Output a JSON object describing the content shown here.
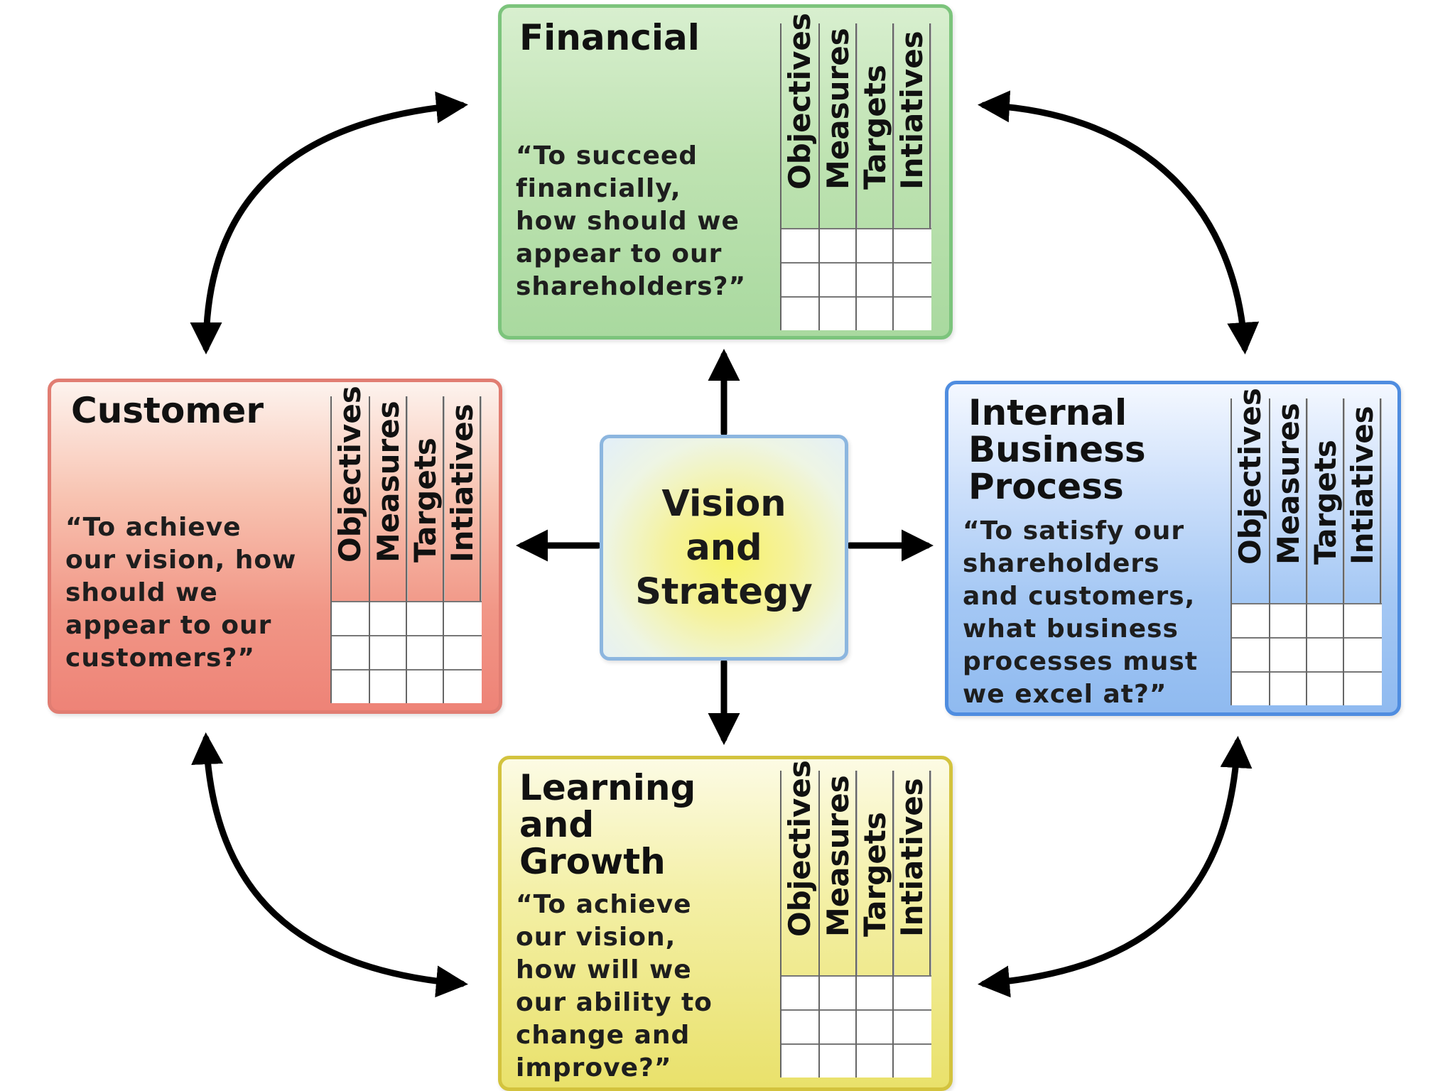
{
  "center": {
    "text": "Vision\nand\nStrategy"
  },
  "grid_columns": [
    "Objectives",
    "Measures",
    "Targets",
    "Intiatives"
  ],
  "perspectives": {
    "financial": {
      "title": "Financial",
      "question": "“To succeed\nfinancially,\nhow should we\nappear to our\nshareholders?”",
      "color": "#a9d99f"
    },
    "customer": {
      "title": "Customer",
      "question": "“To achieve\nour vision, how\nshould we\nappear to our\ncustomers?”",
      "color": "#ee8377"
    },
    "internal": {
      "title": "Internal\nBusiness\nProcess",
      "question": "“To satisfy our\nshareholders\nand customers,\nwhat business\nprocesses must\nwe excel at?”",
      "color": "#8fbaf0"
    },
    "learning": {
      "title": "Learning\nand\nGrowth",
      "question": "“To achieve\nour vision,\nhow will we\nour ability to\nchange and\nimprove?”",
      "color": "#e9e16b"
    }
  }
}
